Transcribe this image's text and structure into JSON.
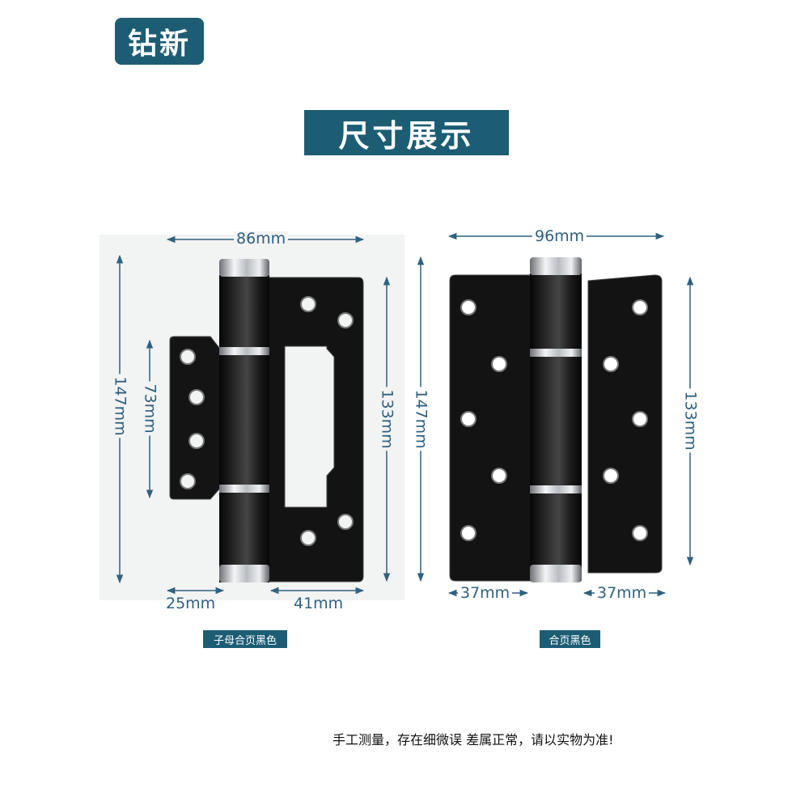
{
  "brand": {
    "logo_text": "钻新",
    "color": "#1c5d74"
  },
  "banner": {
    "title": "尺寸展示"
  },
  "left_product": {
    "caption": "子母合页黑色",
    "dimensions": {
      "width": "86mm",
      "height_total": "147mm",
      "height_plate": "133mm",
      "inner_leaf": "73mm",
      "bottom_left": "25mm",
      "bottom_right": "41mm"
    }
  },
  "right_product": {
    "caption": "合页黑色",
    "dimensions": {
      "width": "96mm",
      "height_total": "147mm",
      "height_plate": "133mm",
      "bottom_left": "37mm",
      "bottom_right": "37mm"
    }
  },
  "note": "手工测量，存在细微误 差属正常，请以实物为准!",
  "colors": {
    "dimension_line": "#2f6180",
    "hinge_body": "#141414",
    "chrome": "#c9ccd0"
  }
}
